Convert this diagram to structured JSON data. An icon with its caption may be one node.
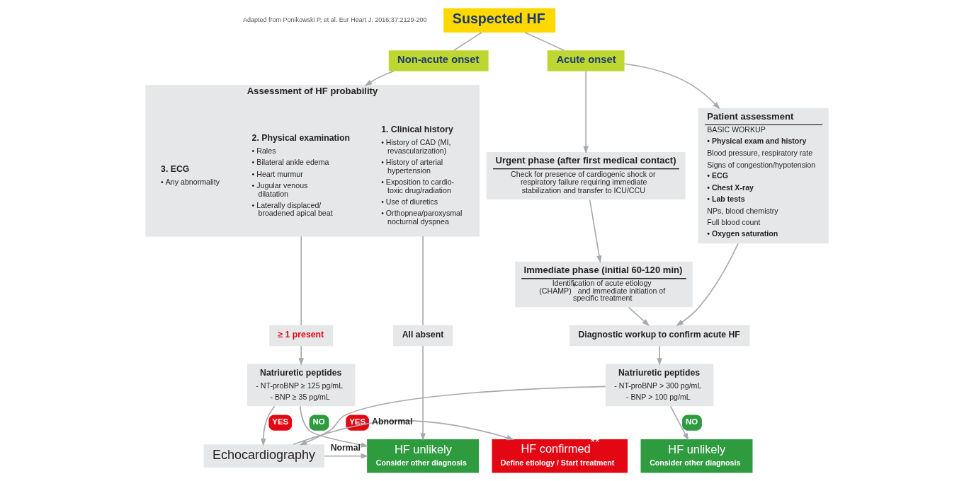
{
  "diagram": {
    "nodes": [
      {
        "text": [
          "Suspected HF"
        ]
      },
      {
        "text": [
          "Non-acute onset"
        ]
      },
      {
        "text": [
          "Acute onset"
        ]
      },
      {
        "text": [
          "Assessment of HF probability"
        ]
      },
      {
        "text": [
          "1. Clinical history",
          "• History of CAD (MI, revascularization)",
          "• History of arterial hypertension",
          "• Exposition to cardio-toxic drug/radiation",
          "• Use of diuretics",
          "• Orthopnea/paroxysmal nocturnal dyspnea"
        ],
        "in": 3
      },
      {
        "text": [
          "2. Physical examination",
          "• Rales",
          "• Bilateral ankle edema",
          "• Heart murmur",
          "• Jugular venous dilatation",
          "• Laterally displaced/ broadened apical beat"
        ],
        "in": 3
      },
      {
        "text": [
          "3. ECG",
          "• Any abnormality"
        ],
        "in": 3
      },
      {
        "text": [
          "Urgent phase (after first medical contact)",
          "Check for presence of cardiogenic shock or respiratory failure requiring immediate stabilization and transfer to ICU/CCU"
        ]
      },
      {
        "text": [
          "Patient assessment",
          "BASIC WORKUP",
          "• Physical exam and history",
          "Blood pressure, respiratory rate",
          "Signs of congestion/hypotension",
          "• ECG",
          "• Chest X-ray",
          "• Lab tests",
          "NPs, blood chemistry",
          "Full blood count",
          "• Oxygen saturation"
        ]
      },
      {
        "text": [
          "Immediate phase (initial 60-120 min)",
          "Identification of acute etiology (CHAMP)$^{*}$ and immediate initiation of specific treatment"
        ]
      },
      {
        "text": [
          "All absent"
        ]
      },
      {
        "text": [
          "≥ 1 present"
        ]
      },
      {
        "text": [
          "Diagnostic workup to confirm acute HF"
        ]
      },
      {
        "text": [
          "Natriuretic peptides",
          "- NT-proBNP ≥ 125 pg/mL",
          "- BNP ≥ 35 pg/mL"
        ]
      },
      {
        "text": [
          "Natriuretic peptides",
          "- NT-proBNP > 300 pg/mL",
          "- BNP > 100 pg/mL"
        ]
      },
      {
        "text": [
          "HF unlikely",
          "Consider other diagnosis"
        ]
      },
      {
        "text": [
          "Echocardiography"
        ]
      },
      {
        "text": [
          "HF confirmed$^{**}$",
          "Define etiology / Start treatment"
        ]
      },
      {
        "text": [
          "HF unlikely",
          "Consider other diagnosis"
        ]
      }
    ],
    "edges": [
      {
        "from": 0,
        "to": 1,
        "arrow": "none"
      },
      {
        "from": 0,
        "to": 2,
        "arrow": "none"
      },
      {
        "from": 1,
        "to": 3,
        "arrow": "to"
      },
      {
        "from": 2,
        "to": 7,
        "arrow": "to"
      },
      {
        "from": 2,
        "to": 8,
        "arrow": "to"
      },
      {
        "from": 7,
        "to": 9,
        "arrow": "to"
      },
      {
        "from": 9,
        "to": 12,
        "arrow": "to"
      },
      {
        "from": 8,
        "to": 12,
        "arrow": "to"
      },
      {
        "from": 12,
        "to": 14,
        "arrow": "to"
      },
      {
        "from": 3,
        "to": 10,
        "arrow": "none"
      },
      {
        "from": 10,
        "to": 15,
        "arrow": "to"
      },
      {
        "from": 3,
        "to": 11,
        "arrow": "none"
      },
      {
        "from": 11,
        "to": 13,
        "arrow": "to"
      },
      {
        "from": 13,
        "to": 15,
        "arrow": "to",
        "label": "NO"
      },
      {
        "from": 13,
        "to": 16,
        "arrow": "to",
        "label": "YES"
      },
      {
        "from": 14,
        "to": 16,
        "arrow": "to",
        "label": "YES"
      },
      {
        "from": 14,
        "to": 18,
        "arrow": "to",
        "label": "NO"
      },
      {
        "from": 16,
        "to": 15,
        "arrow": "to",
        "label": "Normal"
      },
      {
        "from": 16,
        "to": 17,
        "arrow": "to",
        "label": "Abnormal"
      }
    ],
    "labels": [
      "Adapted from Ponikowski P, et al. Eur Heart J. 2016;37:2129-200"
    ]
  }
}
